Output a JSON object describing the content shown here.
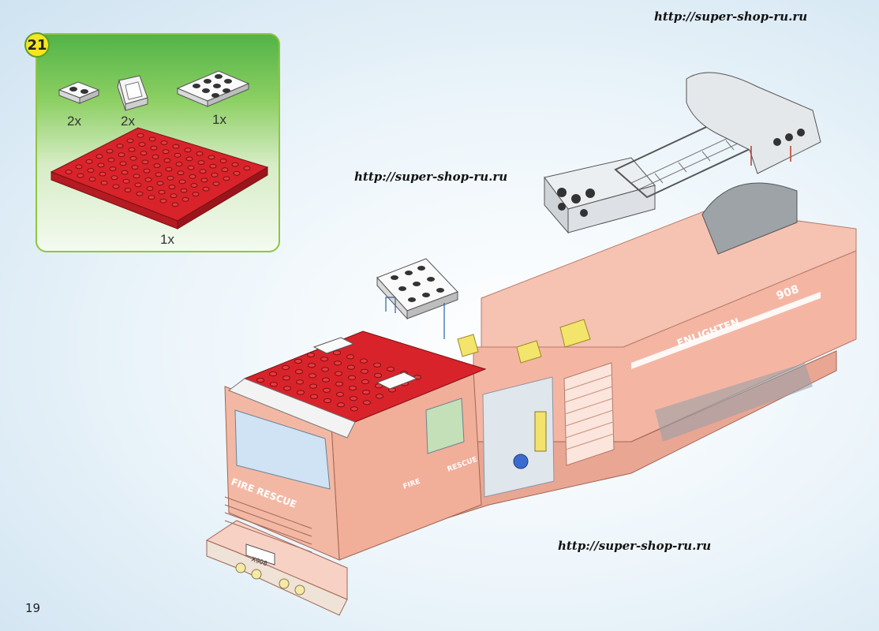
{
  "step": {
    "number": "21"
  },
  "parts": [
    {
      "qty": "2x"
    },
    {
      "qty": "2x"
    },
    {
      "qty": "1x"
    },
    {
      "qty": "1x"
    }
  ],
  "watermarks": [
    "http://super-shop-ru.ru",
    "http://super-shop-ru.ru",
    "http://super-shop-ru.ru"
  ],
  "truck": {
    "side_text": "ENLIGHTEN",
    "number": "908",
    "door_text_left": "FIRE",
    "door_text_right": "RESCUE",
    "front_text": "FIRE RESCUE",
    "plate": "X908"
  },
  "page": {
    "number": "19"
  },
  "colors": {
    "red": "#d8232a",
    "salmon": "#f4b6a3",
    "panel_green": "#8fc63f",
    "badge_yellow": "#f5e61e"
  }
}
